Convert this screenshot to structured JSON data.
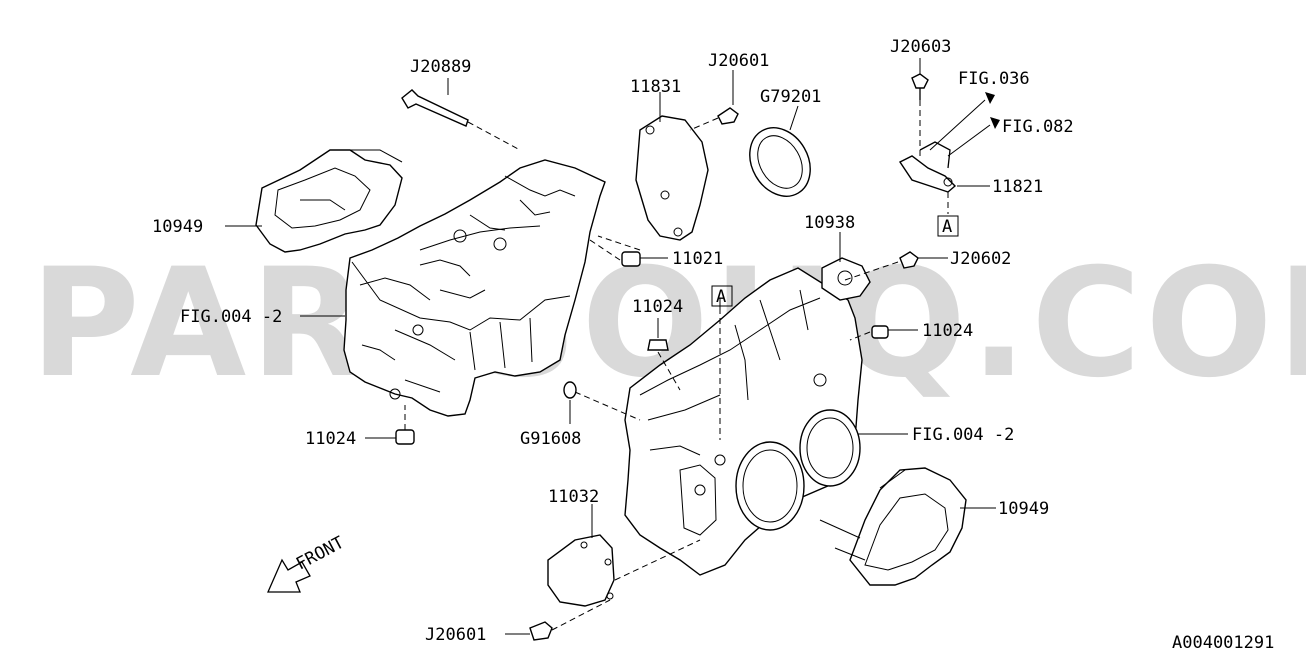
{
  "watermark": "PARTSOUQ.COM",
  "diagram_id": "A004001291",
  "front_label": "FRONT",
  "labels": {
    "j20889": "J20889",
    "j20601_top": "J20601",
    "p11831": "11831",
    "g79201": "G79201",
    "j20603": "J20603",
    "fig036": "FIG.036",
    "fig082": "FIG.082",
    "p11821": "11821",
    "ref_a_right": "A",
    "p10949_left": "10949",
    "p11021": "11021",
    "p10938": "10938",
    "j20602": "J20602",
    "ref_a_center": "A",
    "fig004_left": "FIG.004 -2",
    "p11024_center": "11024",
    "p11024_right": "11024",
    "p11024_left": "11024",
    "g91608": "G91608",
    "fig004_right": "FIG.004 -2",
    "p11032": "11032",
    "p10949_right": "10949",
    "j20601_bottom": "J20601"
  }
}
